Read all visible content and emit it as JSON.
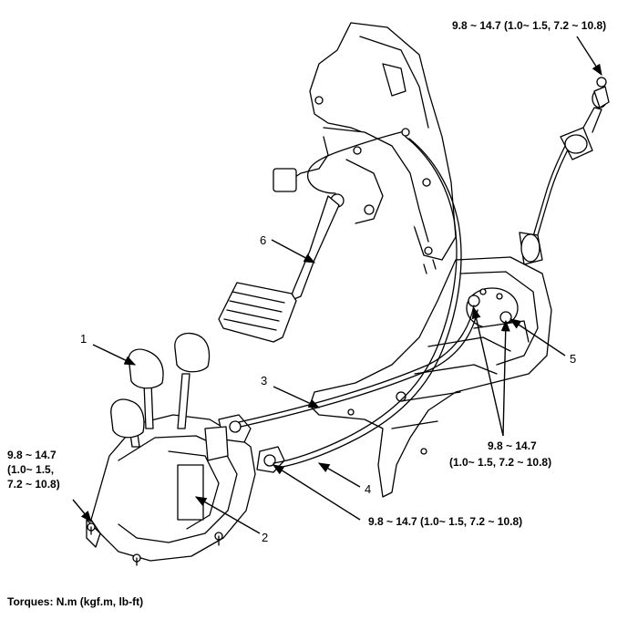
{
  "callouts": {
    "c1": "1",
    "c2": "2",
    "c3": "3",
    "c4": "4",
    "c5": "5",
    "c6": "6"
  },
  "torques": {
    "top_right": "9.8 ~ 14.7 (1.0~ 1.5, 7.2 ~ 10.8)",
    "left": "9.8 ~ 14.7\n(1.0~ 1.5,\n7.2 ~ 10.8)",
    "right_mid_line1": "9.8 ~ 14.7",
    "right_mid_line2": "(1.0~ 1.5, 7.2 ~ 10.8)",
    "bottom": "9.8 ~ 14.7 (1.0~ 1.5, 7.2 ~ 10.8)"
  },
  "footer": "Torques: N.m (kgf.m, lb-ft)"
}
